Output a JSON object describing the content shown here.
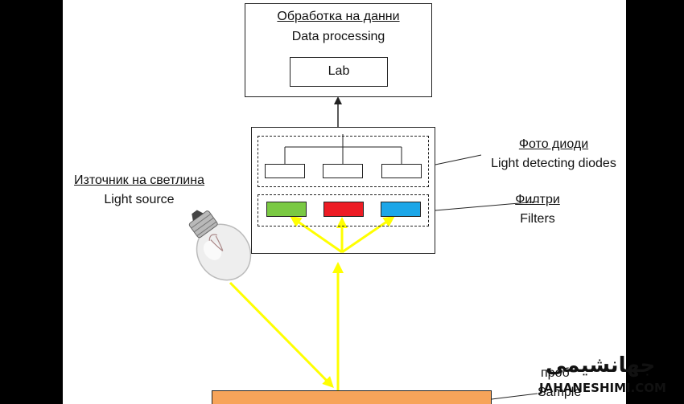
{
  "processing": {
    "title_bg": "Обработка на данни",
    "title_en": "Data processing",
    "lab_label": "Lab"
  },
  "diodes": {
    "label_bg": "Фото диоди",
    "label_en": "Light detecting diodes"
  },
  "filters": {
    "label_bg": "Филтри",
    "label_en": "Filters",
    "colors": [
      "#7ac943",
      "#ed1c24",
      "#1ca6e8"
    ]
  },
  "light_source": {
    "label_bg": "Източник на светлина",
    "label_en": "Light source",
    "icon": "light-bulb-icon"
  },
  "sample": {
    "label_partial_top": "проб",
    "label_partial_bottom": "Sample",
    "color": "#f7a45a"
  },
  "watermark": {
    "logo_text": "جهانشیمی",
    "url_text": "JAHANESHIMI.COM"
  },
  "colors": {
    "beam": "#ffff00",
    "line": "#222222"
  }
}
